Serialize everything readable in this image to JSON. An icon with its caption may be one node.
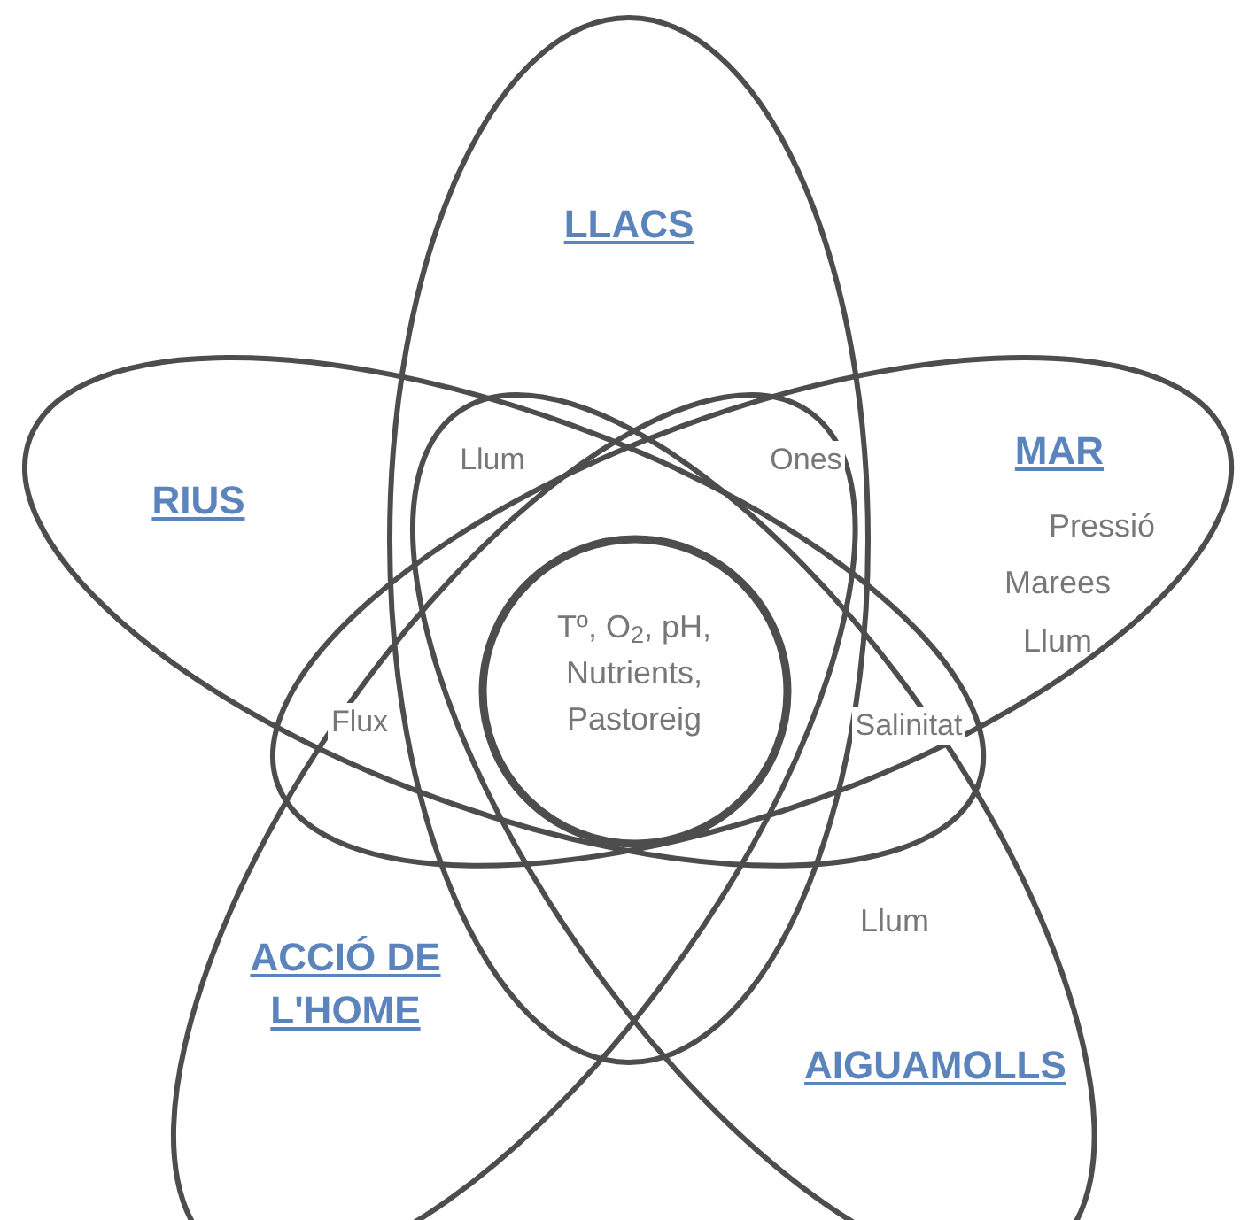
{
  "diagram": {
    "nodes": [
      {
        "text": [
          "LLACS"
        ]
      },
      {
        "text": [
          "RIUS"
        ]
      },
      {
        "text": [
          "MAR",
          "Pressió",
          "Marees",
          "Llum"
        ]
      },
      {
        "text": [
          "Tº, O$_{2}$, pH, Nutrients, Pastoreig"
        ]
      },
      {
        "text": [
          "ACCIÓ DE L'HOME"
        ]
      },
      {
        "text": [
          "Llum",
          "AIGUAMOLLS"
        ]
      }
    ],
    "labels": [
      "Llum",
      "Ones",
      "Flux",
      "Salinitat"
    ]
  }
}
